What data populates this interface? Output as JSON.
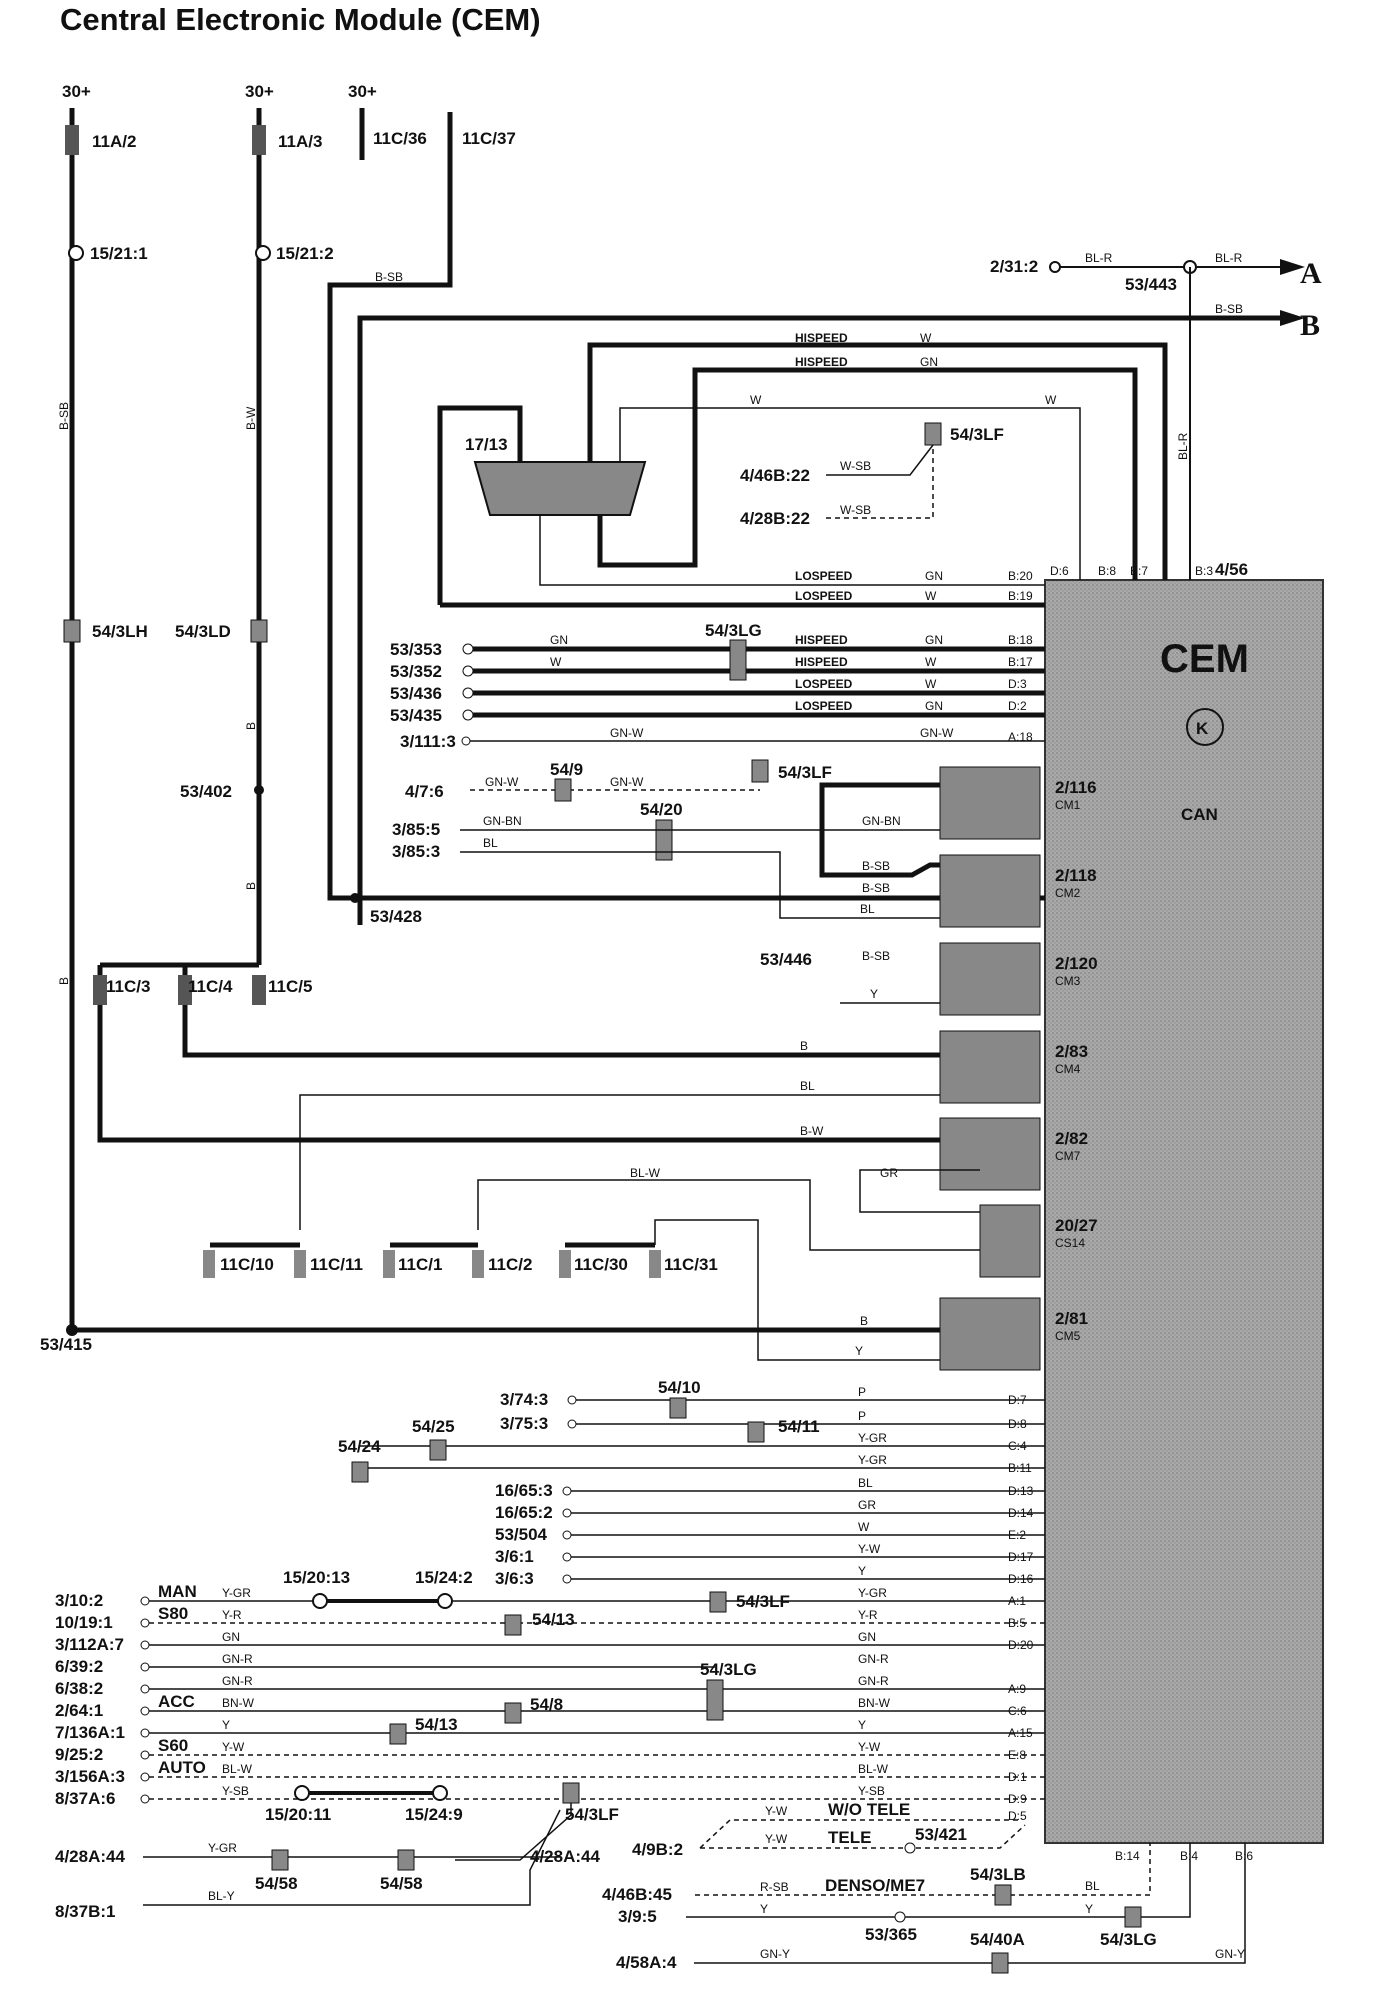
{
  "title": "Central Electronic Module (CEM)",
  "cem": {
    "name": "CEM",
    "conn": "4/56",
    "can_label": "CAN"
  },
  "arrows": {
    "a": "A",
    "b": "B"
  },
  "supply": [
    {
      "id": "s1",
      "v": "30+",
      "fuse": "11A/2",
      "conn": "15/21:1",
      "wire": "B-SB",
      "mid": "54/3LH"
    },
    {
      "id": "s2",
      "v": "30+",
      "fuse": "11A/3",
      "conn": "15/21:2",
      "wire": "B-W",
      "mid": "54/3LD"
    },
    {
      "id": "s3",
      "v": "30+",
      "fuse1": "11C/36",
      "fuse2": "11C/37",
      "wire": "B-SB"
    }
  ],
  "top": {
    "c231": "2/31:2",
    "c53443": "53/443",
    "blr": "BL-R",
    "bsb": "B-SB",
    "dlc": "17/13",
    "c446b": "4/46B:22",
    "c428b": "4/28B:22",
    "wsb": "W-SB",
    "lf": "54/3LF"
  },
  "can_lines": [
    {
      "sig": "HISPEED",
      "col": "W"
    },
    {
      "sig": "HISPEED",
      "col": "GN"
    },
    {
      "sig": "LOSPEED",
      "col": "GN",
      "pin": "B:20"
    },
    {
      "sig": "LOSPEED",
      "col": "W",
      "pin": "B:19"
    },
    {
      "src": "53/353",
      "col1": "GN",
      "sig": "HISPEED",
      "col": "GN",
      "pin": "B:18"
    },
    {
      "src": "53/352",
      "col1": "W",
      "sig": "HISPEED",
      "col": "W",
      "pin": "B:17"
    },
    {
      "src": "53/436",
      "sig": "LOSPEED",
      "col": "W",
      "pin": "D:3"
    },
    {
      "src": "53/435",
      "sig": "LOSPEED",
      "col": "GN",
      "pin": "D:2"
    }
  ],
  "cem_pins_top": {
    "d6": "D:6",
    "b8": "B:8",
    "b7": "B:7",
    "b3": "B:3"
  },
  "mid": {
    "lg": "54/3LG",
    "c3111": "3/111:3",
    "gnw": "GN-W",
    "pa18": "A:18",
    "c476": "4/7:6",
    "c549": "54/9",
    "c5420": "54/20",
    "c3855": "3/85:5",
    "c3853": "3/85:3",
    "gnbn": "GN-BN",
    "bl": "BL",
    "c53402": "53/402",
    "c53428": "53/428",
    "c53446": "53/446",
    "c53415": "53/415",
    "b": "B",
    "y": "Y",
    "gr": "GR",
    "bw": "B-W",
    "blw": "BL-W",
    "bsb": "B-SB"
  },
  "relays": [
    {
      "id": "2/116",
      "sub": "CM1"
    },
    {
      "id": "2/118",
      "sub": "CM2"
    },
    {
      "id": "2/120",
      "sub": "CM3"
    },
    {
      "id": "2/83",
      "sub": "CM4"
    },
    {
      "id": "2/82",
      "sub": "CM7"
    },
    {
      "id": "20/27",
      "sub": "CS14"
    },
    {
      "id": "2/81",
      "sub": "CM5"
    }
  ],
  "fuses_mid": [
    "11C/3",
    "11C/4",
    "11C/5"
  ],
  "fuses_low": [
    "11C/10",
    "11C/11",
    "11C/1",
    "11C/2",
    "11C/30",
    "11C/31"
  ],
  "bottom": [
    {
      "src": "3/74:3",
      "col": "P",
      "box": "54/10",
      "pin": "D:7"
    },
    {
      "src": "3/75:3",
      "col": "P",
      "box": "54/11",
      "pin": "D:8"
    },
    {
      "box": "54/25",
      "col": "Y-GR",
      "pin": "C:4"
    },
    {
      "box": "54/24",
      "col": "Y-GR",
      "pin": "B:11"
    },
    {
      "src": "16/65:3",
      "col": "BL",
      "pin": "D:13"
    },
    {
      "src": "16/65:2",
      "col": "GR",
      "pin": "D:14"
    },
    {
      "src": "53/504",
      "col": "W",
      "pin": "E:2"
    },
    {
      "src": "3/6:1",
      "col": "Y-W",
      "pin": "D:17"
    },
    {
      "src": "3/6:3",
      "col": "Y",
      "pin": "D:16"
    },
    {
      "src": "3/10:2",
      "tag": "MAN",
      "col": "Y-GR",
      "pin": "A:1"
    },
    {
      "src": "10/19:1",
      "tag": "S80",
      "col": "Y-R",
      "pin": "B:5"
    },
    {
      "src": "3/112A:7",
      "col": "GN",
      "pin": "D:20"
    },
    {
      "src": "6/39:2",
      "col": "GN-R"
    },
    {
      "src": "6/38:2",
      "col": "GN-R",
      "pin": "A:9"
    },
    {
      "src": "2/64:1",
      "tag": "ACC",
      "col": "BN-W",
      "pin": "C:6"
    },
    {
      "src": "7/136A:1",
      "col": "Y",
      "pin": "A:15"
    },
    {
      "src": "9/25:2",
      "tag": "S60",
      "col": "Y-W",
      "pin": "E:8"
    },
    {
      "src": "3/156A:3",
      "tag": "AUTO",
      "col": "BL-W",
      "pin": "D:1"
    },
    {
      "src": "8/37A:6",
      "col": "Y-SB",
      "pin": "D:9"
    },
    {
      "src": "4/28A:44",
      "col": "Y-GR"
    },
    {
      "src": "8/37B:1",
      "col": "BL-Y"
    }
  ],
  "bottom_misc": {
    "c1520_13": "15/20:13",
    "c1524_2": "15/24:2",
    "c1520_11": "15/20:11",
    "c1524_9": "15/24:9",
    "b5413": "54/13",
    "b548": "54/8",
    "b5458": "54/58",
    "lf": "54/3LF",
    "lg": "54/3LG",
    "lb": "54/3LB",
    "c49b": "4/9B:2",
    "wo": "W/O TELE",
    "tele": "TELE",
    "c53421": "53/421",
    "d5": "D:5",
    "c446b45": "4/46B:45",
    "rsb": "R-SB",
    "denso": "DENSO/ME7",
    "c395": "3/9:5",
    "c53365": "53/365",
    "c458a": "4/58A:4",
    "gny": "GN-Y",
    "c5440a": "54/40A",
    "b14": "B:14",
    "b4": "B:4",
    "b6": "B:6",
    "yw": "Y-W"
  }
}
